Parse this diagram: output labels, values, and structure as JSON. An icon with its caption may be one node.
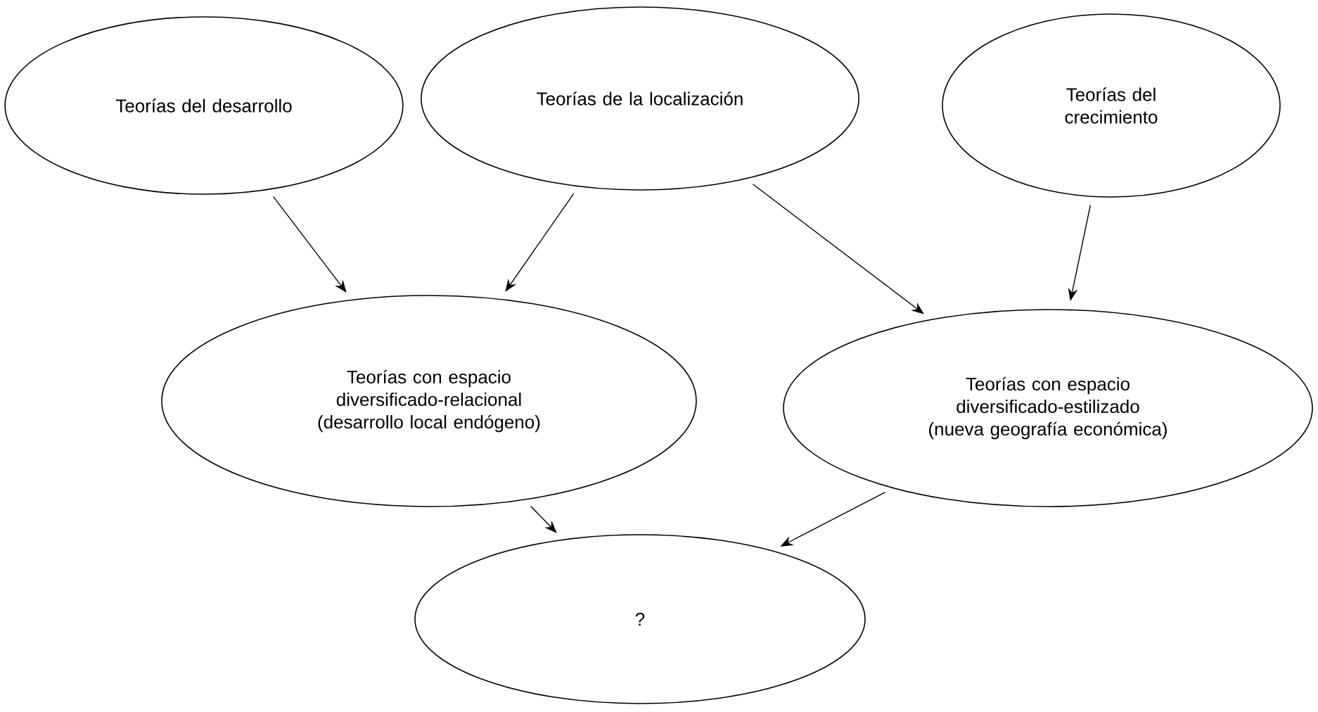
{
  "diagram": {
    "nodes": [
      {
        "text": [
          "Teorías del desarrollo"
        ]
      },
      {
        "text": [
          "Teorías de la localización"
        ]
      },
      {
        "text": [
          "Teorías del crecimiento"
        ]
      },
      {
        "text": [
          "Teorías con espacio diversificado-relacional (desarrollo local endógeno)"
        ]
      },
      {
        "text": [
          "Teorías con espacio diversificado-estilizado (nueva geografía económica)"
        ]
      },
      {
        "text": [
          "?"
        ]
      }
    ],
    "edges": [
      {
        "from": 0,
        "to": 3,
        "arrow": "to"
      },
      {
        "from": 1,
        "to": 3,
        "arrow": "to"
      },
      {
        "from": 1,
        "to": 4,
        "arrow": "to"
      },
      {
        "from": 2,
        "to": 4,
        "arrow": "to"
      },
      {
        "from": 3,
        "to": 5,
        "arrow": "to"
      },
      {
        "from": 4,
        "to": 5,
        "arrow": "to"
      }
    ]
  }
}
